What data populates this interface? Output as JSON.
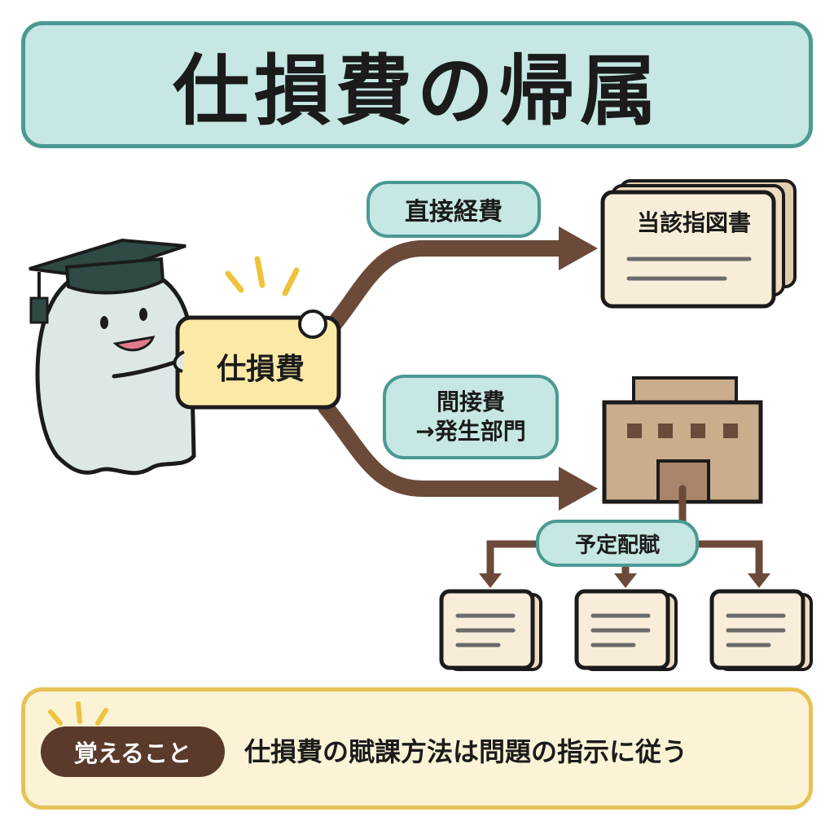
{
  "title": "仕損費の帰属",
  "card": {
    "label": "仕損費"
  },
  "branches": {
    "direct": {
      "label": "直接経費",
      "target": "当該指図書"
    },
    "indirect": {
      "label_line1": "間接費",
      "label_line2": "→発生部門"
    }
  },
  "allocation": {
    "label": "予定配賦"
  },
  "note": {
    "badge": "覚えること",
    "text": "仕損費の賦課方法は問題の指示に従う"
  },
  "colors": {
    "teal_fill": "#c6e7e3",
    "teal_border": "#4a9a92",
    "arrow_brown": "#6b4a3a",
    "card_yellow": "#fde9a6",
    "paper": "#f8edd8",
    "building": "#c9ad8d",
    "note_border": "#e6c257",
    "note_fill": "#fcf3d6",
    "badge_brown": "#5a3a2a"
  }
}
